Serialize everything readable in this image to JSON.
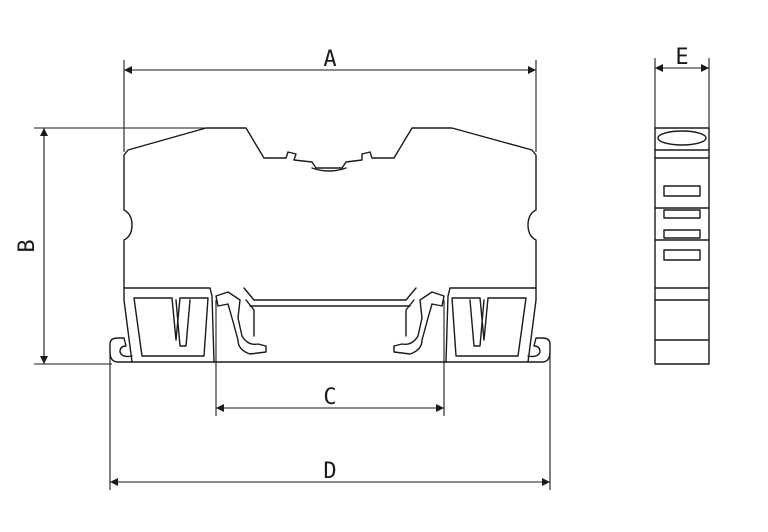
{
  "dimensions": {
    "a": "A",
    "b": "B",
    "c": "C",
    "d": "D",
    "e": "E"
  },
  "colors": {
    "line": "#1a1a1a",
    "background": "#ffffff"
  }
}
